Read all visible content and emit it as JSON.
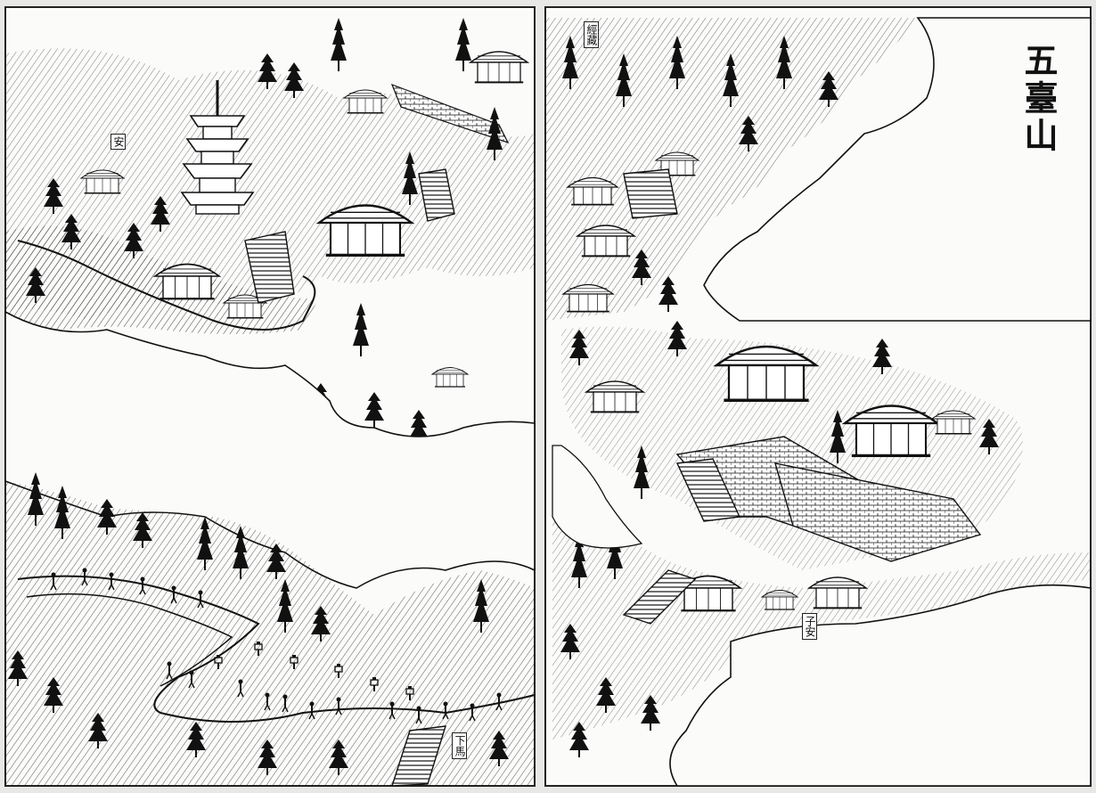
{
  "print": {
    "title": "五臺山",
    "cartouches": [
      {
        "id": "upper-left",
        "text": "安"
      },
      {
        "id": "upper-right",
        "text": "經藏"
      },
      {
        "id": "lower-right",
        "text": "子安"
      },
      {
        "id": "bottom",
        "text": "下馬"
      }
    ]
  },
  "colors": {
    "ink": "#111111",
    "paper": "#fbfbfa",
    "frame_bg": "#e8e8e6"
  },
  "icons": [
    "pagoda-icon",
    "temple-hall-icon",
    "pine-tree-icon",
    "cloud-icon",
    "stone-steps-icon",
    "pilgrim-figure-icon",
    "lantern-icon"
  ]
}
